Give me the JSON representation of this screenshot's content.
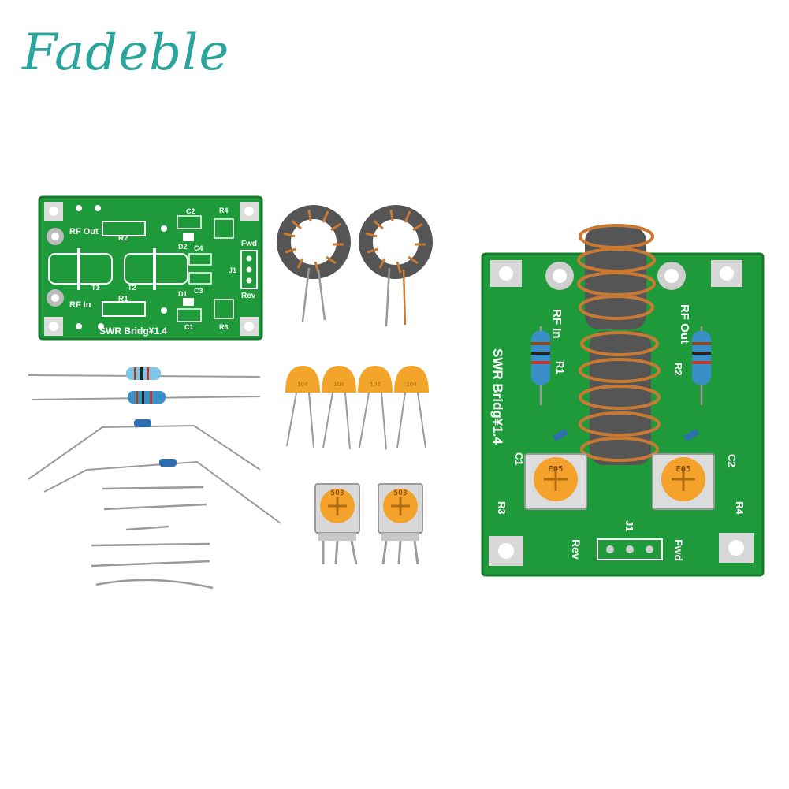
{
  "brand": {
    "text": "Fadeble",
    "color": "#2aa59b"
  },
  "bare_pcb": {
    "title": "SWR Bridg¥1.4",
    "labels": [
      "RF Out",
      "RF In",
      "R2",
      "R1",
      "T1",
      "T2",
      "C2",
      "D2",
      "C4",
      "C3",
      "D1",
      "C1",
      "R4",
      "R3",
      "Fwd",
      "J1",
      "Rev"
    ]
  },
  "assembled_pcb": {
    "title": "SWR Bridg¥1.4",
    "labels": [
      "RF In",
      "RF Out",
      "R1",
      "R2",
      "C1",
      "C2",
      "R3",
      "R4",
      "J1",
      "Rev",
      "Fwd"
    ]
  },
  "parts": {
    "capacitor_marking": "104",
    "trimmer_marking_a": "503",
    "trimmer_marking_b": "503",
    "trimmer_marking_c": "E05",
    "trimmer_marking_d": "E05"
  },
  "colors": {
    "pcb": "#1f9a3a",
    "pcb_dark": "#167a2c",
    "copper": "#c87a35",
    "ferrite": "#555555",
    "capacitor": "#f2a52a",
    "trimmer": "#f4a22c",
    "resistor_blue": "#3a8fc8"
  }
}
